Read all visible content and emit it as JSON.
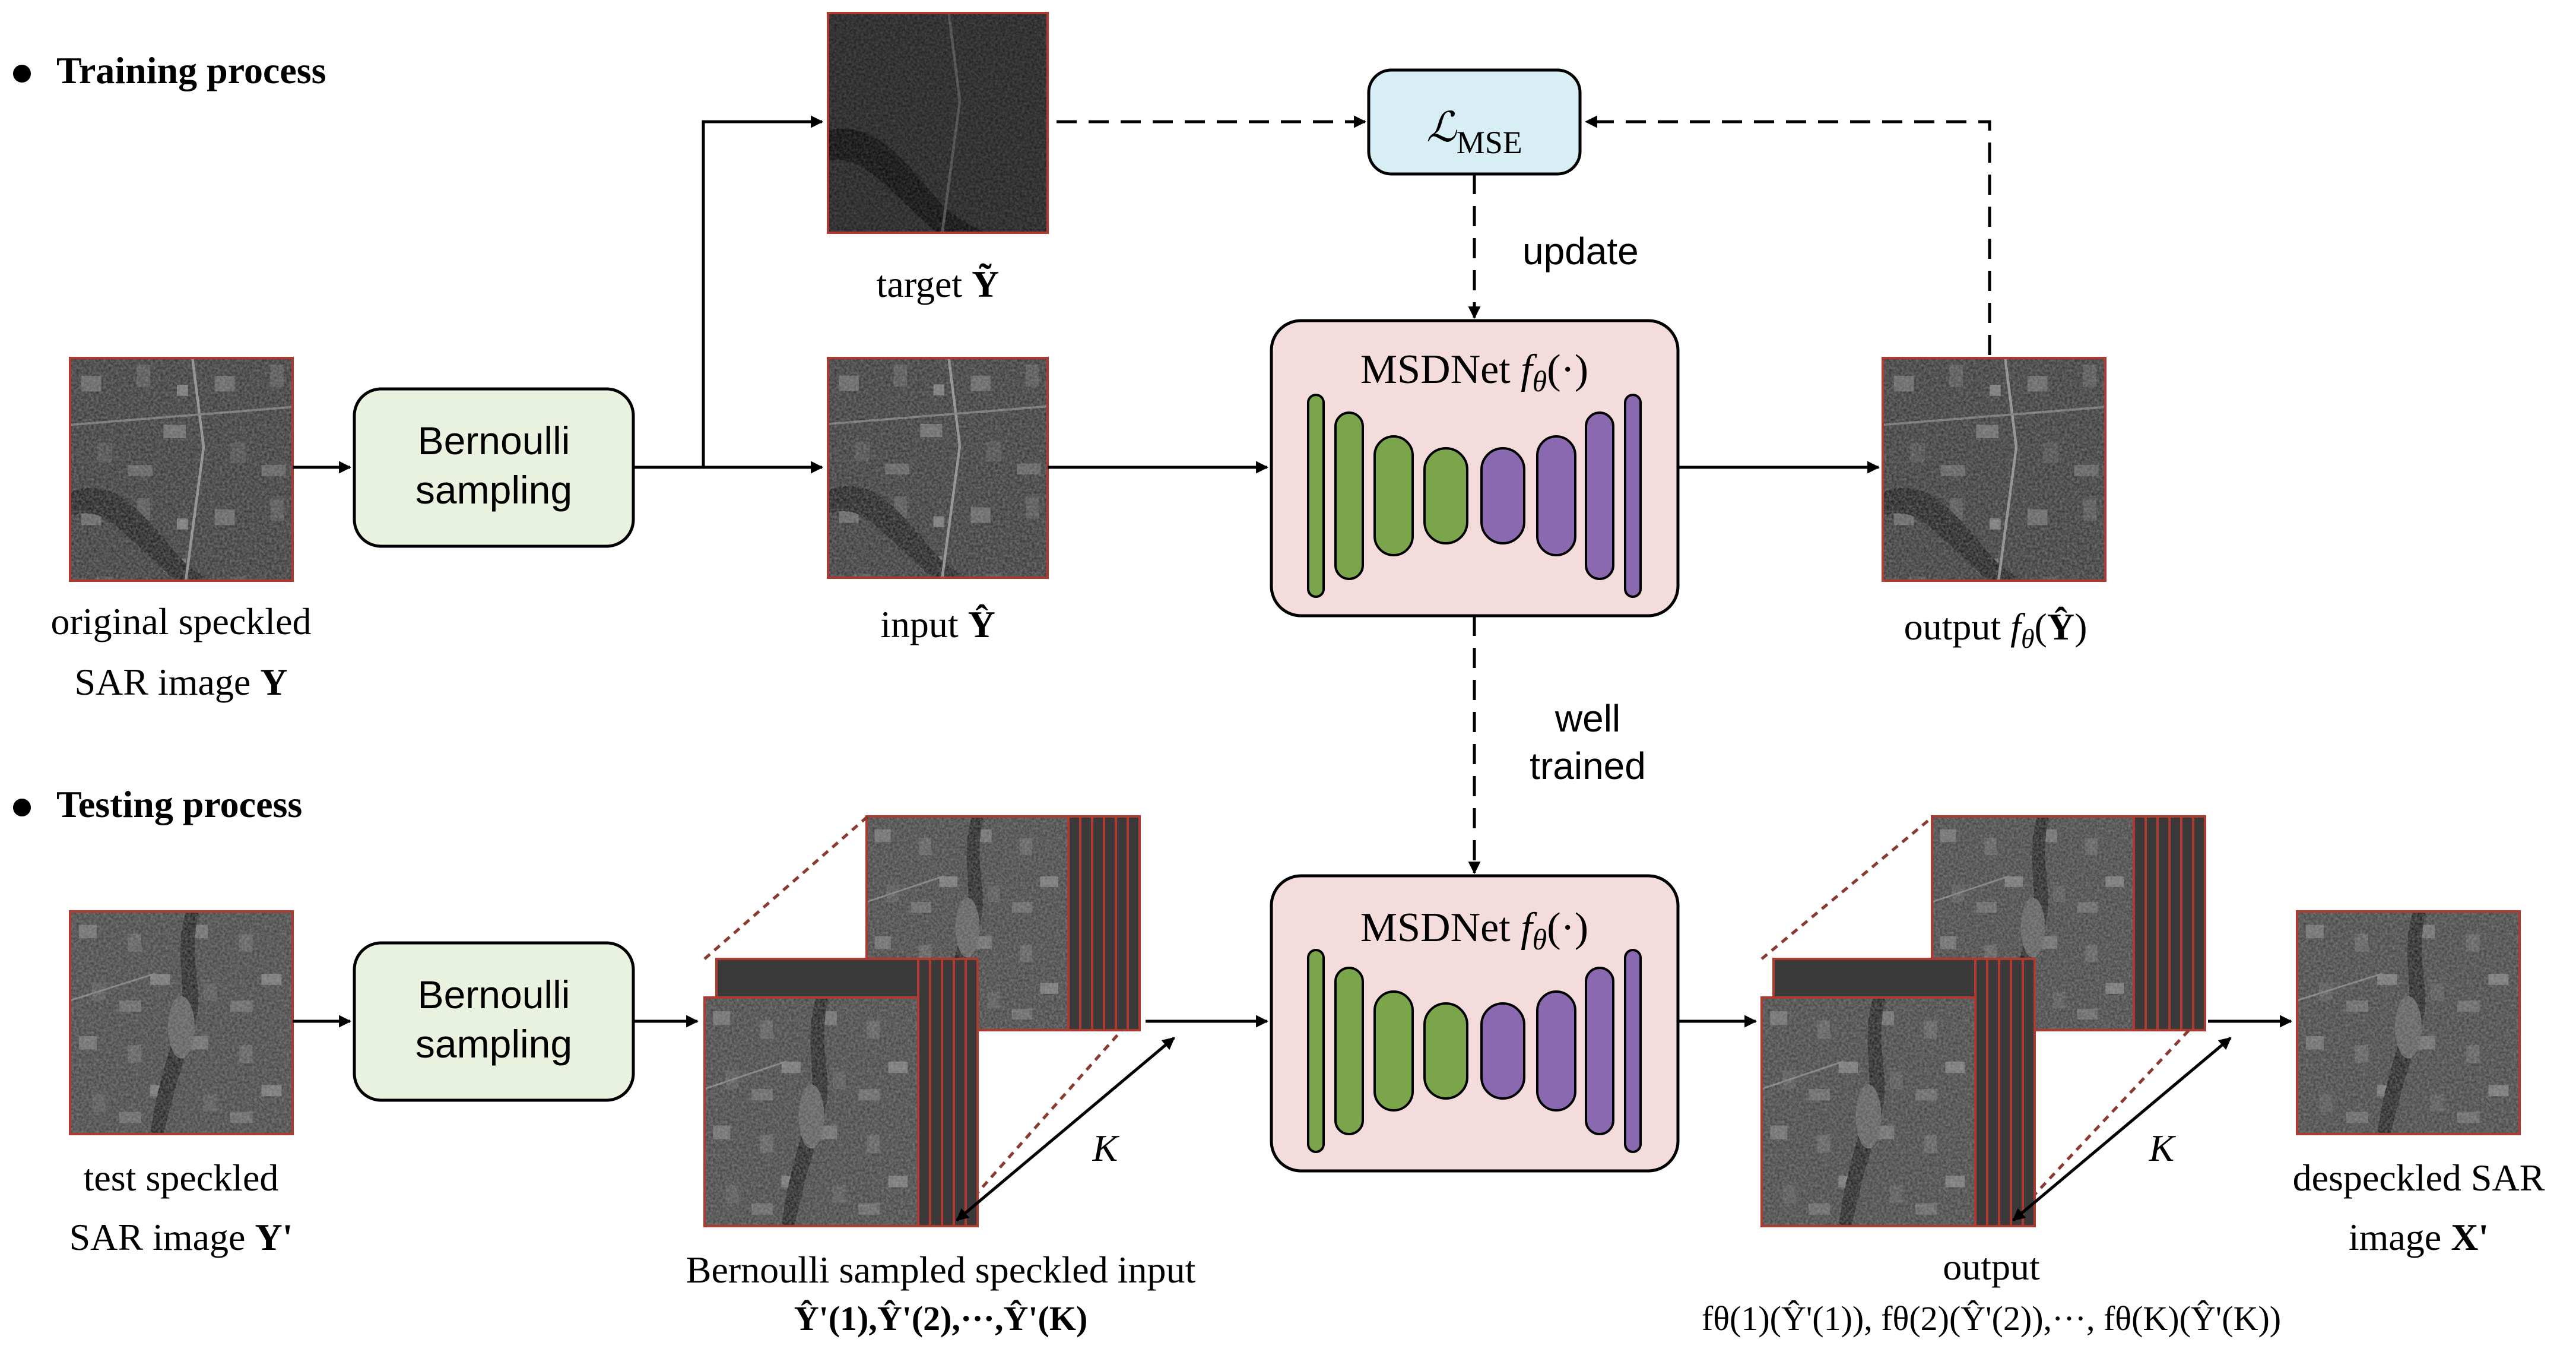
{
  "sections": {
    "training_title": "Training process",
    "testing_title": "Testing process"
  },
  "labels": {
    "original_line1": "original speckled",
    "original_line2_prefix": "SAR image ",
    "original_line2_var": "Y",
    "bernoulli_line1": "Bernoulli",
    "bernoulli_line2": "sampling",
    "target_prefix": "target ",
    "target_var": "Ỹ",
    "input_prefix": "input ",
    "input_var": "Ŷ",
    "loss_script": "ℒ",
    "loss_sub": "MSE",
    "update": "update",
    "msdnet": "MSDNet ",
    "f": "f",
    "theta": "θ",
    "arg_dot": "(·)",
    "output_prefix": "output ",
    "output_open": "(",
    "output_var": "Ŷ",
    "output_close": ")",
    "well": "well",
    "trained": "trained",
    "test_line1": "test speckled",
    "test_line2_prefix": "SAR image ",
    "test_line2_var": "Y'",
    "stack_caption": "Bernoulli sampled speckled input",
    "stack_formula": "Ŷ'(1),Ŷ'(2),···,Ŷ'(K)",
    "k_label": "K",
    "output_caption": "output",
    "output_formula": "fθ(1)(Ŷ'(1)), fθ(2)(Ŷ'(2)),···, fθ(K)(Ŷ'(K))",
    "despeckled_line1": "despeckled SAR",
    "despeckled_line2_prefix": "image ",
    "despeckled_line2_var": "X'"
  },
  "colors": {
    "bernoulli_fill": "#e9f1df",
    "loss_fill": "#d6eef4",
    "network_fill": "#f5dcdc",
    "green_layer": "#7aa54a",
    "purple_layer": "#8a69b0",
    "image_frame": "#b03a30",
    "stack_dash": "#8b3a30"
  },
  "icons": {
    "bullet": "filled-circle",
    "images": "sar-image-thumbnail"
  }
}
